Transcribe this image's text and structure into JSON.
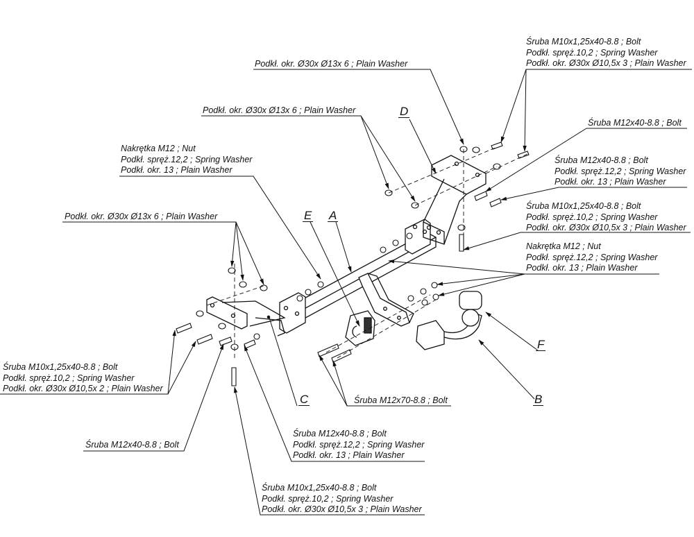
{
  "diagram": {
    "title": "Tow bar exploded assembly diagram",
    "part_letters": {
      "A": "A",
      "B": "B",
      "C": "C",
      "D": "D",
      "E": "E",
      "F": "F"
    },
    "callouts": {
      "top_right_bolt_group": {
        "lines": [
          "Śruba M10x1,25x40-8.8 ;  Bolt",
          "Podkł. spręż.10,2 ; Spring Washer",
          "Podkł. okr.  Ø30x Ø10,5x 3 ; Plain Washer"
        ]
      },
      "top_plain_washer": {
        "lines": [
          "Podkł. okr.  Ø30x Ø13x 6 ; Plain Washer"
        ]
      },
      "upper_plain_washer": {
        "lines": [
          "Podkł. okr.  Ø30x Ø13x 6 ; Plain Washer"
        ]
      },
      "right_single_bolt": {
        "lines": [
          "Śruba M12x40-8.8 ;  Bolt"
        ]
      },
      "nut_group_left": {
        "lines": [
          "Nakrętka  M12 ; Nut",
          "Podkł. spręż.12,2 ; Spring Washer",
          "Podkł. okr. 13 ; Plain Washer"
        ]
      },
      "right_bolt_m12_group": {
        "lines": [
          "Śruba M12x40-8.8 ;  Bolt",
          "Podkł. spręż.12,2 ; Spring Washer",
          "Podkł. okr. 13 ; Plain Washer"
        ]
      },
      "right_bolt_m10_group": {
        "lines": [
          "Śruba M10x1,25x40-8.8 ;  Bolt",
          "Podkł. spręż.10,2 ; Spring Washer",
          "Podkł. okr.  Ø30x Ø10,5x 3 ; Plain Washer"
        ]
      },
      "right_nut_group": {
        "lines": [
          "Nakrętka  M12 ; Nut",
          "Podkł. spręż.12,2 ; Spring Washer",
          "Podkł. okr. 13 ; Plain Washer"
        ]
      },
      "left_plain_washer": {
        "lines": [
          "Podkł. okr.  Ø30x Ø13x 6 ; Plain Washer"
        ]
      },
      "left_bolt_m10_group": {
        "lines": [
          "Śruba M10x1,25x40-8.8 ;  Bolt",
          "Podkł. spręż.10,2 ; Spring Washer",
          "Podkł. okr.  Ø30x Ø10,5x 2 ; Plain Washer"
        ]
      },
      "bottom_single_bolt": {
        "lines": [
          "Śruba M12x40-8.8 ;  Bolt"
        ]
      },
      "bottom_bolt_m12_group": {
        "lines": [
          "Śruba M12x40-8.8 ;  Bolt",
          "Podkł. spręż.12,2 ; Spring Washer",
          "Podkł. okr. 13 ; Plain Washer"
        ]
      },
      "bottom_bolt_m10_group": {
        "lines": [
          "Śruba M10x1,25x40-8.8 ;  Bolt",
          "Podkł. spręż.10,2 ; Spring Washer",
          "Podkł. okr.  Ø30x Ø10,5x 3 ; Plain Washer"
        ]
      },
      "long_bolt": {
        "lines": [
          "Śruba M12x70-8.8 ;  Bolt"
        ]
      }
    }
  }
}
